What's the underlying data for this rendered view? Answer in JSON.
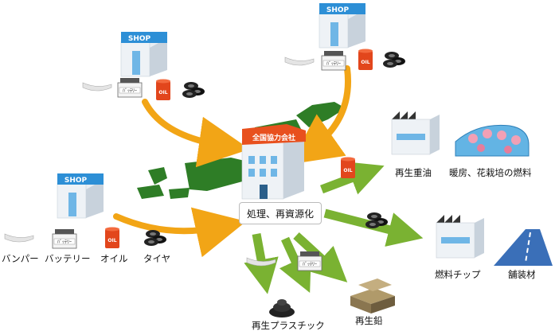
{
  "shop_sign": "SHOP",
  "factory_sign": "全国協力会社",
  "center_label": "処理、再資源化",
  "item_labels": {
    "bumper": "バンパー",
    "battery": "バッテリー",
    "oil": "オイル",
    "tire": "タイヤ"
  },
  "battery_tag": "ﾊﾞｯﾃﾘｰ",
  "oil_tag": "OIL",
  "outputs": {
    "heavy_oil": "再生重油",
    "heating": "暖房、花栽培の燃料",
    "fuel_chip": "燃料チップ",
    "paving": "舗装材",
    "plastic": "再生プラスチック",
    "lead": "再生鉛"
  },
  "colors": {
    "orange_arrow": "#f2a516",
    "green_arrow": "#7ab232",
    "japan_map": "#2e7d26",
    "shop_blue": "#2d8fd6",
    "factory_red": "#e8501e",
    "road_blue": "#3a6fb8"
  }
}
